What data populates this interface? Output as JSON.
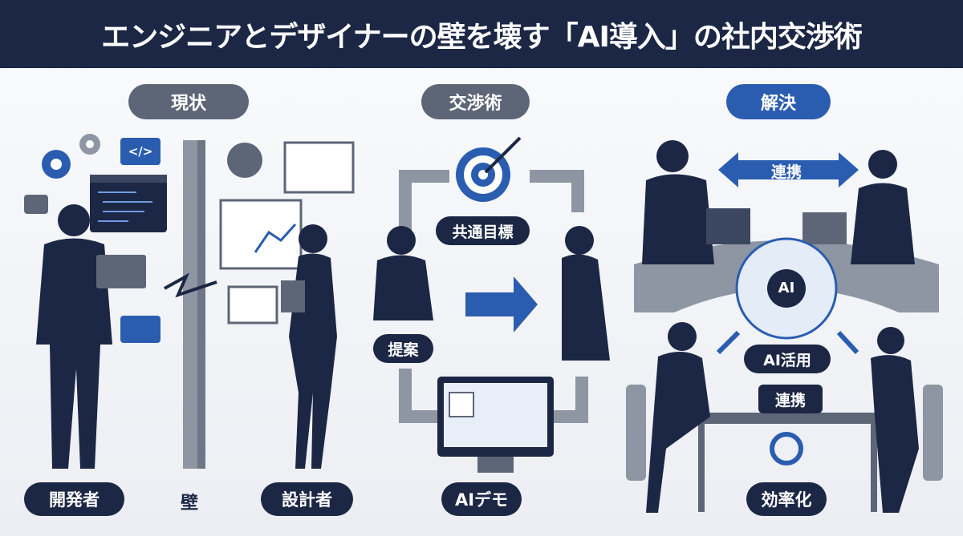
{
  "title": "エンジニアとデザイナーの壁を壊す「AI導入」の社内交渉術",
  "sections": {
    "current": "現状",
    "negotiation": "交渉術",
    "solution": "解決"
  },
  "current": {
    "developer": "開発者",
    "wall": "壁",
    "designer": "設計者",
    "code_icon": "</>"
  },
  "negotiation": {
    "common_goal": "共通目標",
    "proposal": "提案",
    "ai_demo": "AIデモ"
  },
  "solution": {
    "collab_top": "連携",
    "ai_chip": "AI",
    "ai_use": "AI活用",
    "collab_bottom": "連携",
    "efficiency": "効率化"
  },
  "colors": {
    "navy": "#1b2745",
    "accent": "#2a5db0",
    "gray": "#5d6677"
  }
}
